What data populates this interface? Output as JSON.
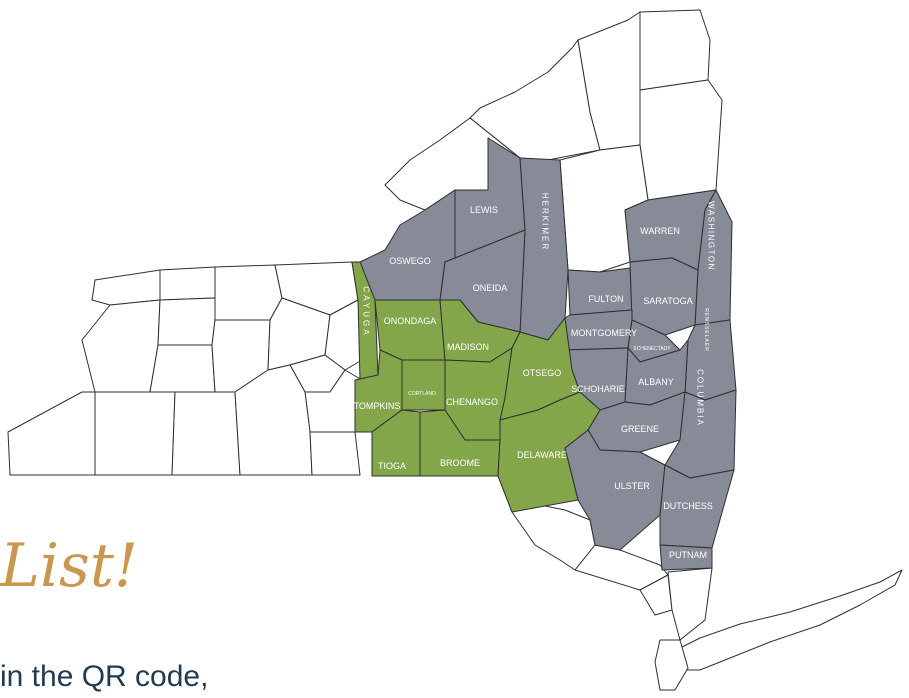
{
  "colors": {
    "gray_region": "#868b97",
    "green_region": "#84a64a",
    "other_county": "#ffffff",
    "outline": "#2f2f2f",
    "script_text": "#c9974f",
    "body_text": "#1f3b4d"
  },
  "heading_script": "List!",
  "instruction_text": "in the QR code,",
  "counties": {
    "oswego": "OSWEGO",
    "lewis": "LEWIS",
    "herkimer": "HERKIMER",
    "oneida": "ONEIDA",
    "fulton": "FULTON",
    "montgomery": "MONTGOMERY",
    "schenectady": "SCHENECTADY",
    "warren": "WARREN",
    "washington": "WASHINGTON",
    "saratoga": "SARATOGA",
    "rensselaer": "RENSSELAER",
    "albany": "ALBANY",
    "schoharie": "SCHOHARIE",
    "greene": "GREENE",
    "columbia": "COLUMBIA",
    "ulster": "ULSTER",
    "dutchess": "DUTCHESS",
    "putnam": "PUTNAM",
    "cayuga": "CAYUGA",
    "onondaga": "ONONDAGA",
    "madison": "MADISON",
    "otsego": "OTSEGO",
    "cortland": "CORTLAND",
    "tompkins": "TOMPKINS",
    "chenango": "CHENANGO",
    "tioga": "TIOGA",
    "broome": "BROOME",
    "delaware": "DELAWARE"
  }
}
